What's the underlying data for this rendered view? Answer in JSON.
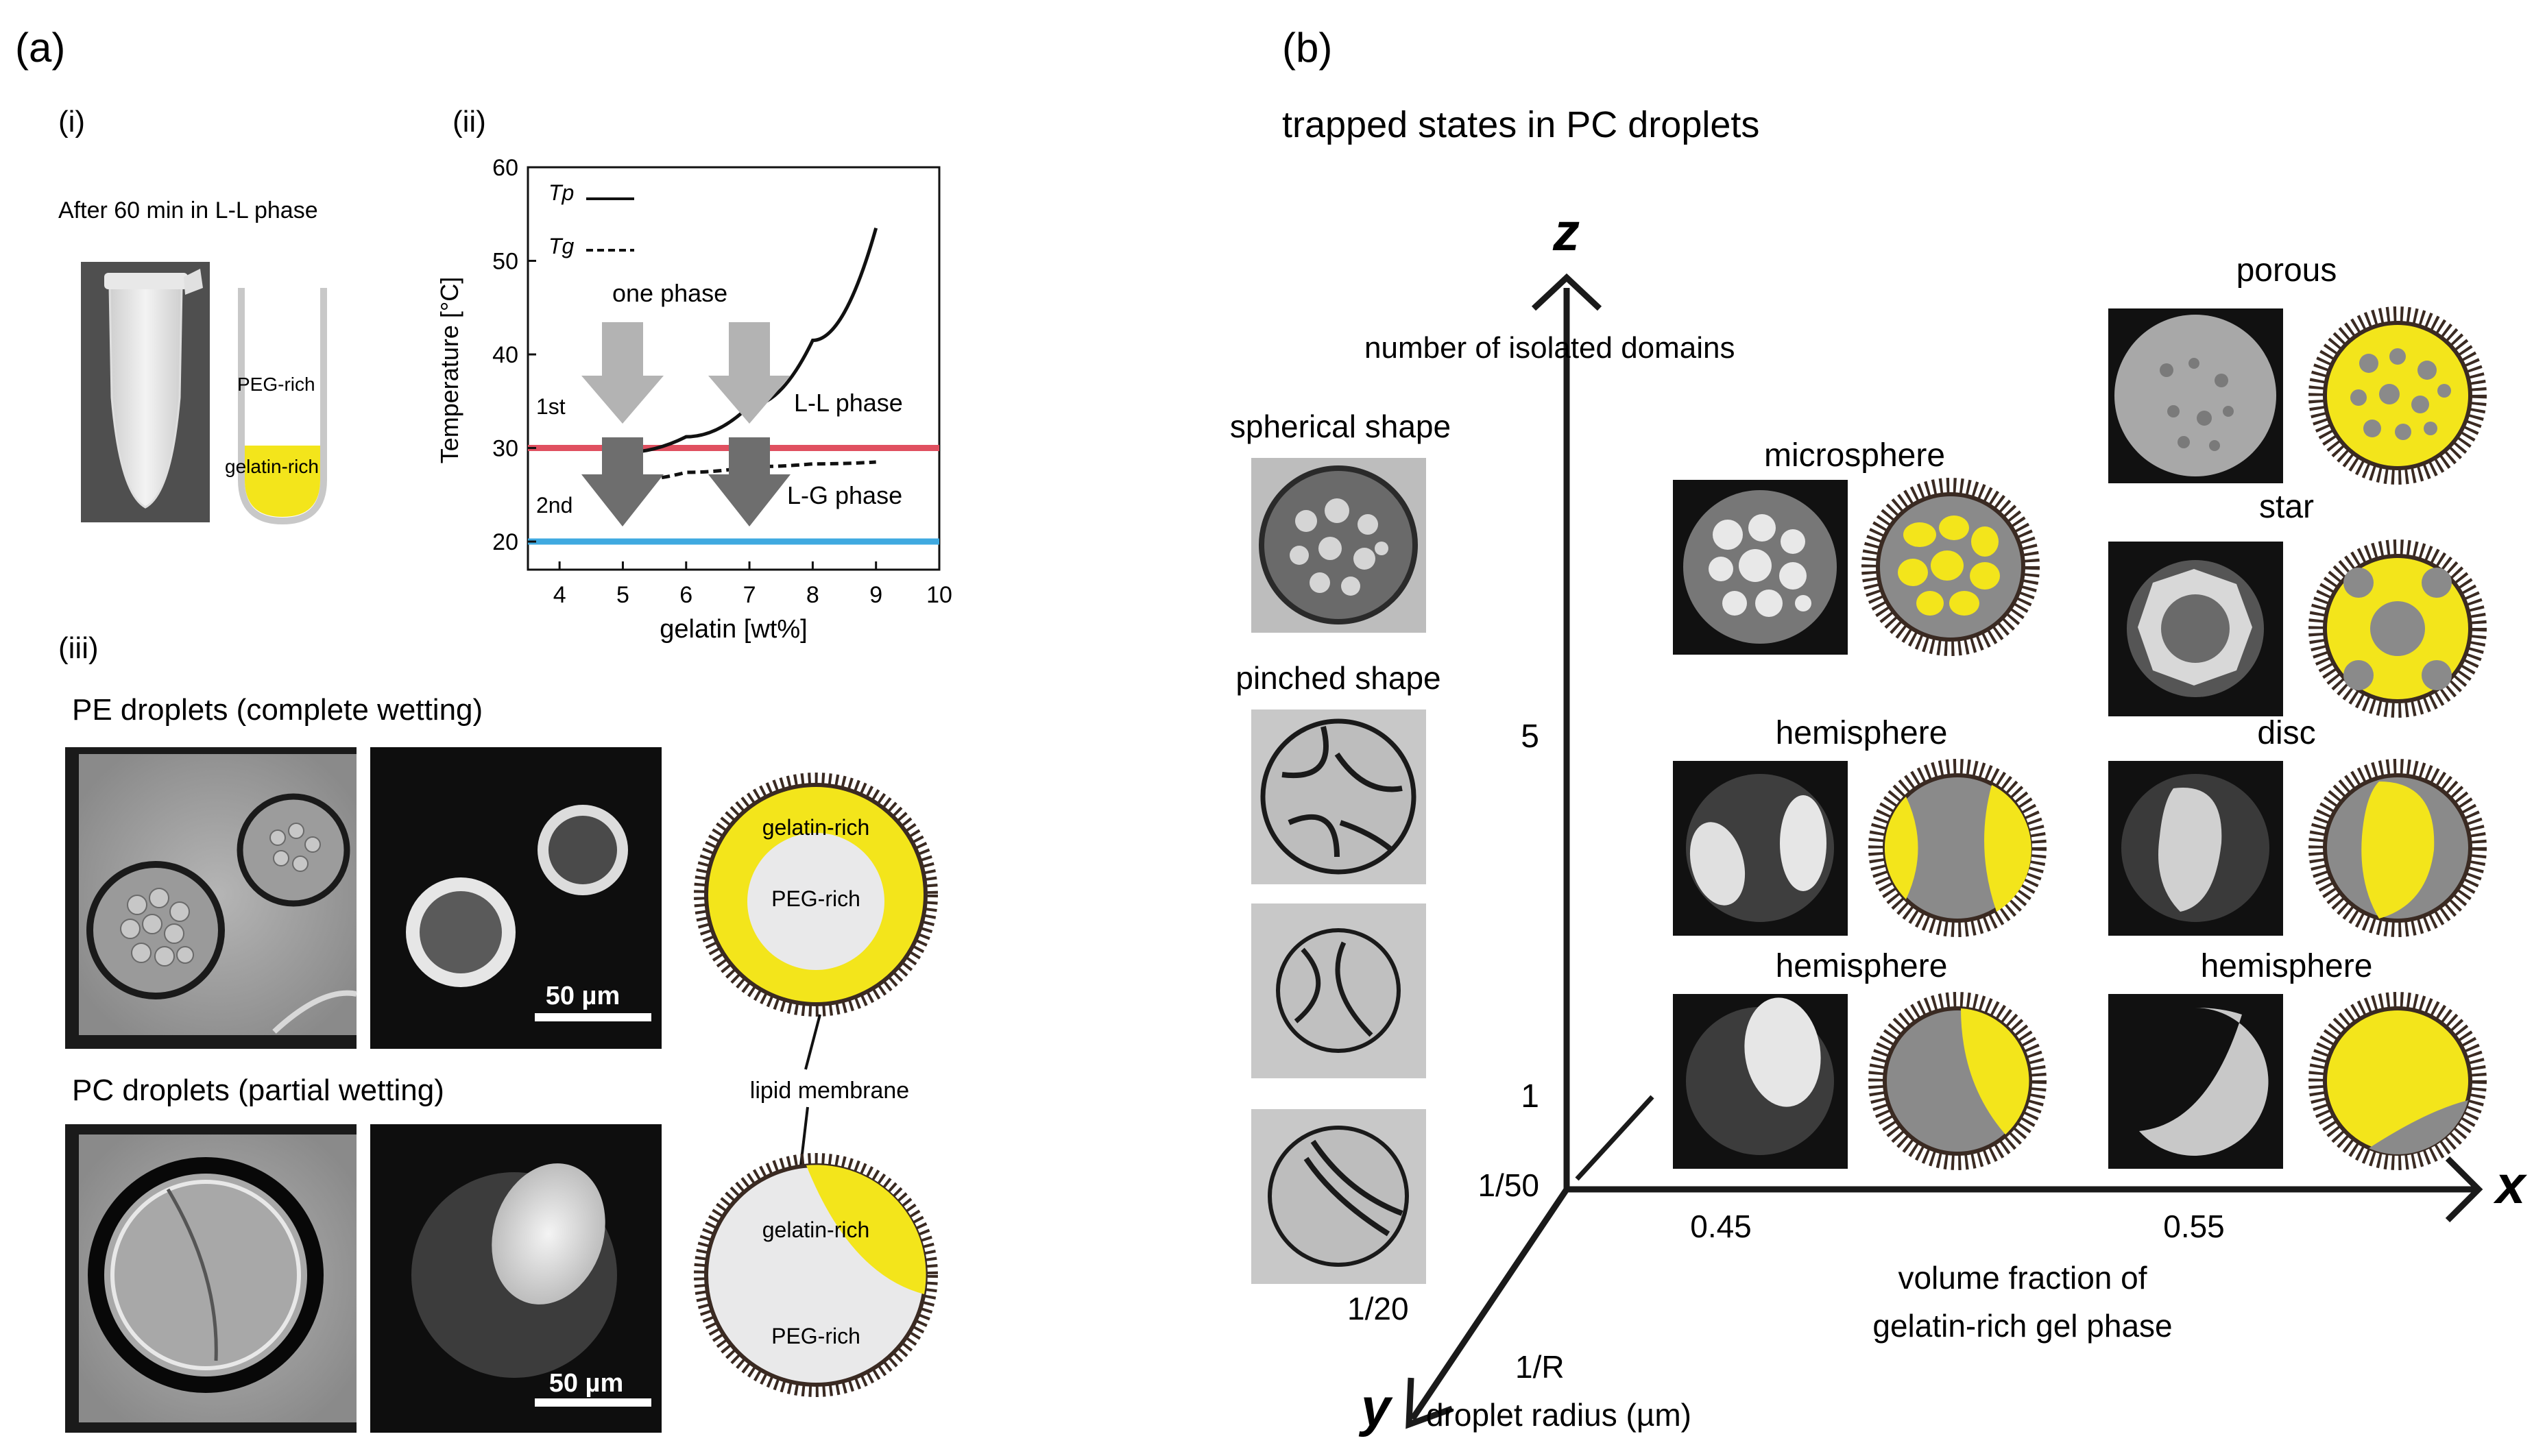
{
  "panel_a": {
    "label": "(a)",
    "sub_i": {
      "label": "(i)",
      "caption": "After 60 min in L-L phase",
      "top_label": "PEG-rich",
      "bottom_label": "gelatin-rich"
    },
    "sub_ii": {
      "label": "(ii)",
      "xlabel": "gelatin [wt%]",
      "ylabel": "Temperature [°C]",
      "legend_tp": "Tp",
      "legend_tg": "Tg",
      "one_phase": "one phase",
      "ll_phase": "L-L phase",
      "lg_phase": "L-G phase",
      "step1": "1st",
      "step2": "2nd",
      "line_colors": {
        "ll": "#e05060",
        "lg": "#3fa9e0"
      }
    },
    "sub_iii": {
      "label": "(iii)",
      "pe_title": "PE droplets (complete wetting)",
      "pc_title": "PC droplets (partial wetting)",
      "scale_bar_pe": "50 µm",
      "scale_bar_pc": "50 µm",
      "pe_outer": "gelatin-rich",
      "pe_inner": "PEG-rich",
      "membrane": "lipid membrane",
      "pc_gel": "gelatin-rich",
      "pc_peg": "PEG-rich"
    }
  },
  "panel_b": {
    "label": "(b)",
    "title": "trapped states in PC droplets",
    "axis_z": "z",
    "axis_x": "x",
    "axis_y": "y",
    "z_label": "number of isolated domains",
    "x_label_line1": "volume fraction of",
    "x_label_line2": "gelatin-rich gel phase",
    "y_label_1": "1/R",
    "y_label_2": "droplet radius (µm)",
    "z_ticks": [
      "5",
      "1"
    ],
    "x_ticks": [
      "0.45",
      "0.55"
    ],
    "origin_label": "1/50",
    "y_tick": "1/20",
    "side_labels": {
      "spherical": "spherical shape",
      "pinched": "pinched shape"
    },
    "states": {
      "microsphere": "microsphere",
      "porous": "porous",
      "star": "star",
      "hemisphere_mid": "hemisphere",
      "disc": "disc",
      "hemisphere_low_left": "hemisphere",
      "hemisphere_low_right": "hemisphere"
    },
    "colors": {
      "gel": "#f3e51b",
      "peg": "#8a8a8a",
      "membrane": "#3a2a22"
    }
  },
  "chart_data": {
    "type": "line",
    "xlabel": "gelatin [wt%]",
    "ylabel": "Temperature [°C]",
    "xlim": [
      3.5,
      10
    ],
    "ylim": [
      17,
      60
    ],
    "xticks": [
      4,
      5,
      6,
      7,
      8,
      9,
      10
    ],
    "yticks": [
      20,
      30,
      40,
      50,
      60
    ],
    "series": [
      {
        "name": "Tp",
        "style": "solid",
        "x": [
          5,
          6,
          7,
          8,
          9
        ],
        "y": [
          29.5,
          31.2,
          34.5,
          41.5,
          53.5
        ]
      },
      {
        "name": "Tg",
        "style": "dashed",
        "x": [
          5,
          6,
          7,
          8,
          9
        ],
        "y": [
          26.5,
          27.4,
          28.0,
          28.3,
          28.5
        ]
      }
    ],
    "hlines": [
      {
        "y": 30,
        "label": "L-L phase"
      },
      {
        "y": 20,
        "label": "L-G phase"
      }
    ],
    "grid": false
  }
}
